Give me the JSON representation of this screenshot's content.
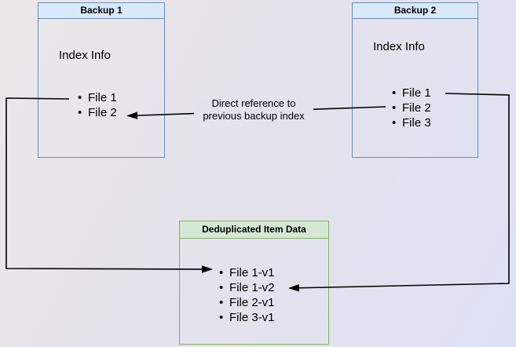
{
  "diagram": {
    "backup1": {
      "title": "Backup 1",
      "index_label": "Index Info",
      "files": [
        "File 1",
        "File 2"
      ]
    },
    "backup2": {
      "title": "Backup 2",
      "index_label": "Index Info",
      "files": [
        "File 1",
        "File 2",
        "File 3"
      ]
    },
    "dedup_store": {
      "title": "Deduplicated Item Data",
      "items": [
        "File 1-v1",
        "File 1-v2",
        "File 2-v1",
        "File 3-v1"
      ]
    },
    "annotation": {
      "line1": "Direct reference to",
      "line2": "previous backup index"
    }
  },
  "colors": {
    "backup_box_fill": "#dae8fc",
    "backup_box_stroke": "#6c8ebf",
    "dedup_box_fill": "#d5e8d4",
    "dedup_box_stroke": "#82b366",
    "arrow": "#000000",
    "text": "#000000",
    "background_start": "#eae8e8",
    "background_end": "#dee1f5"
  }
}
